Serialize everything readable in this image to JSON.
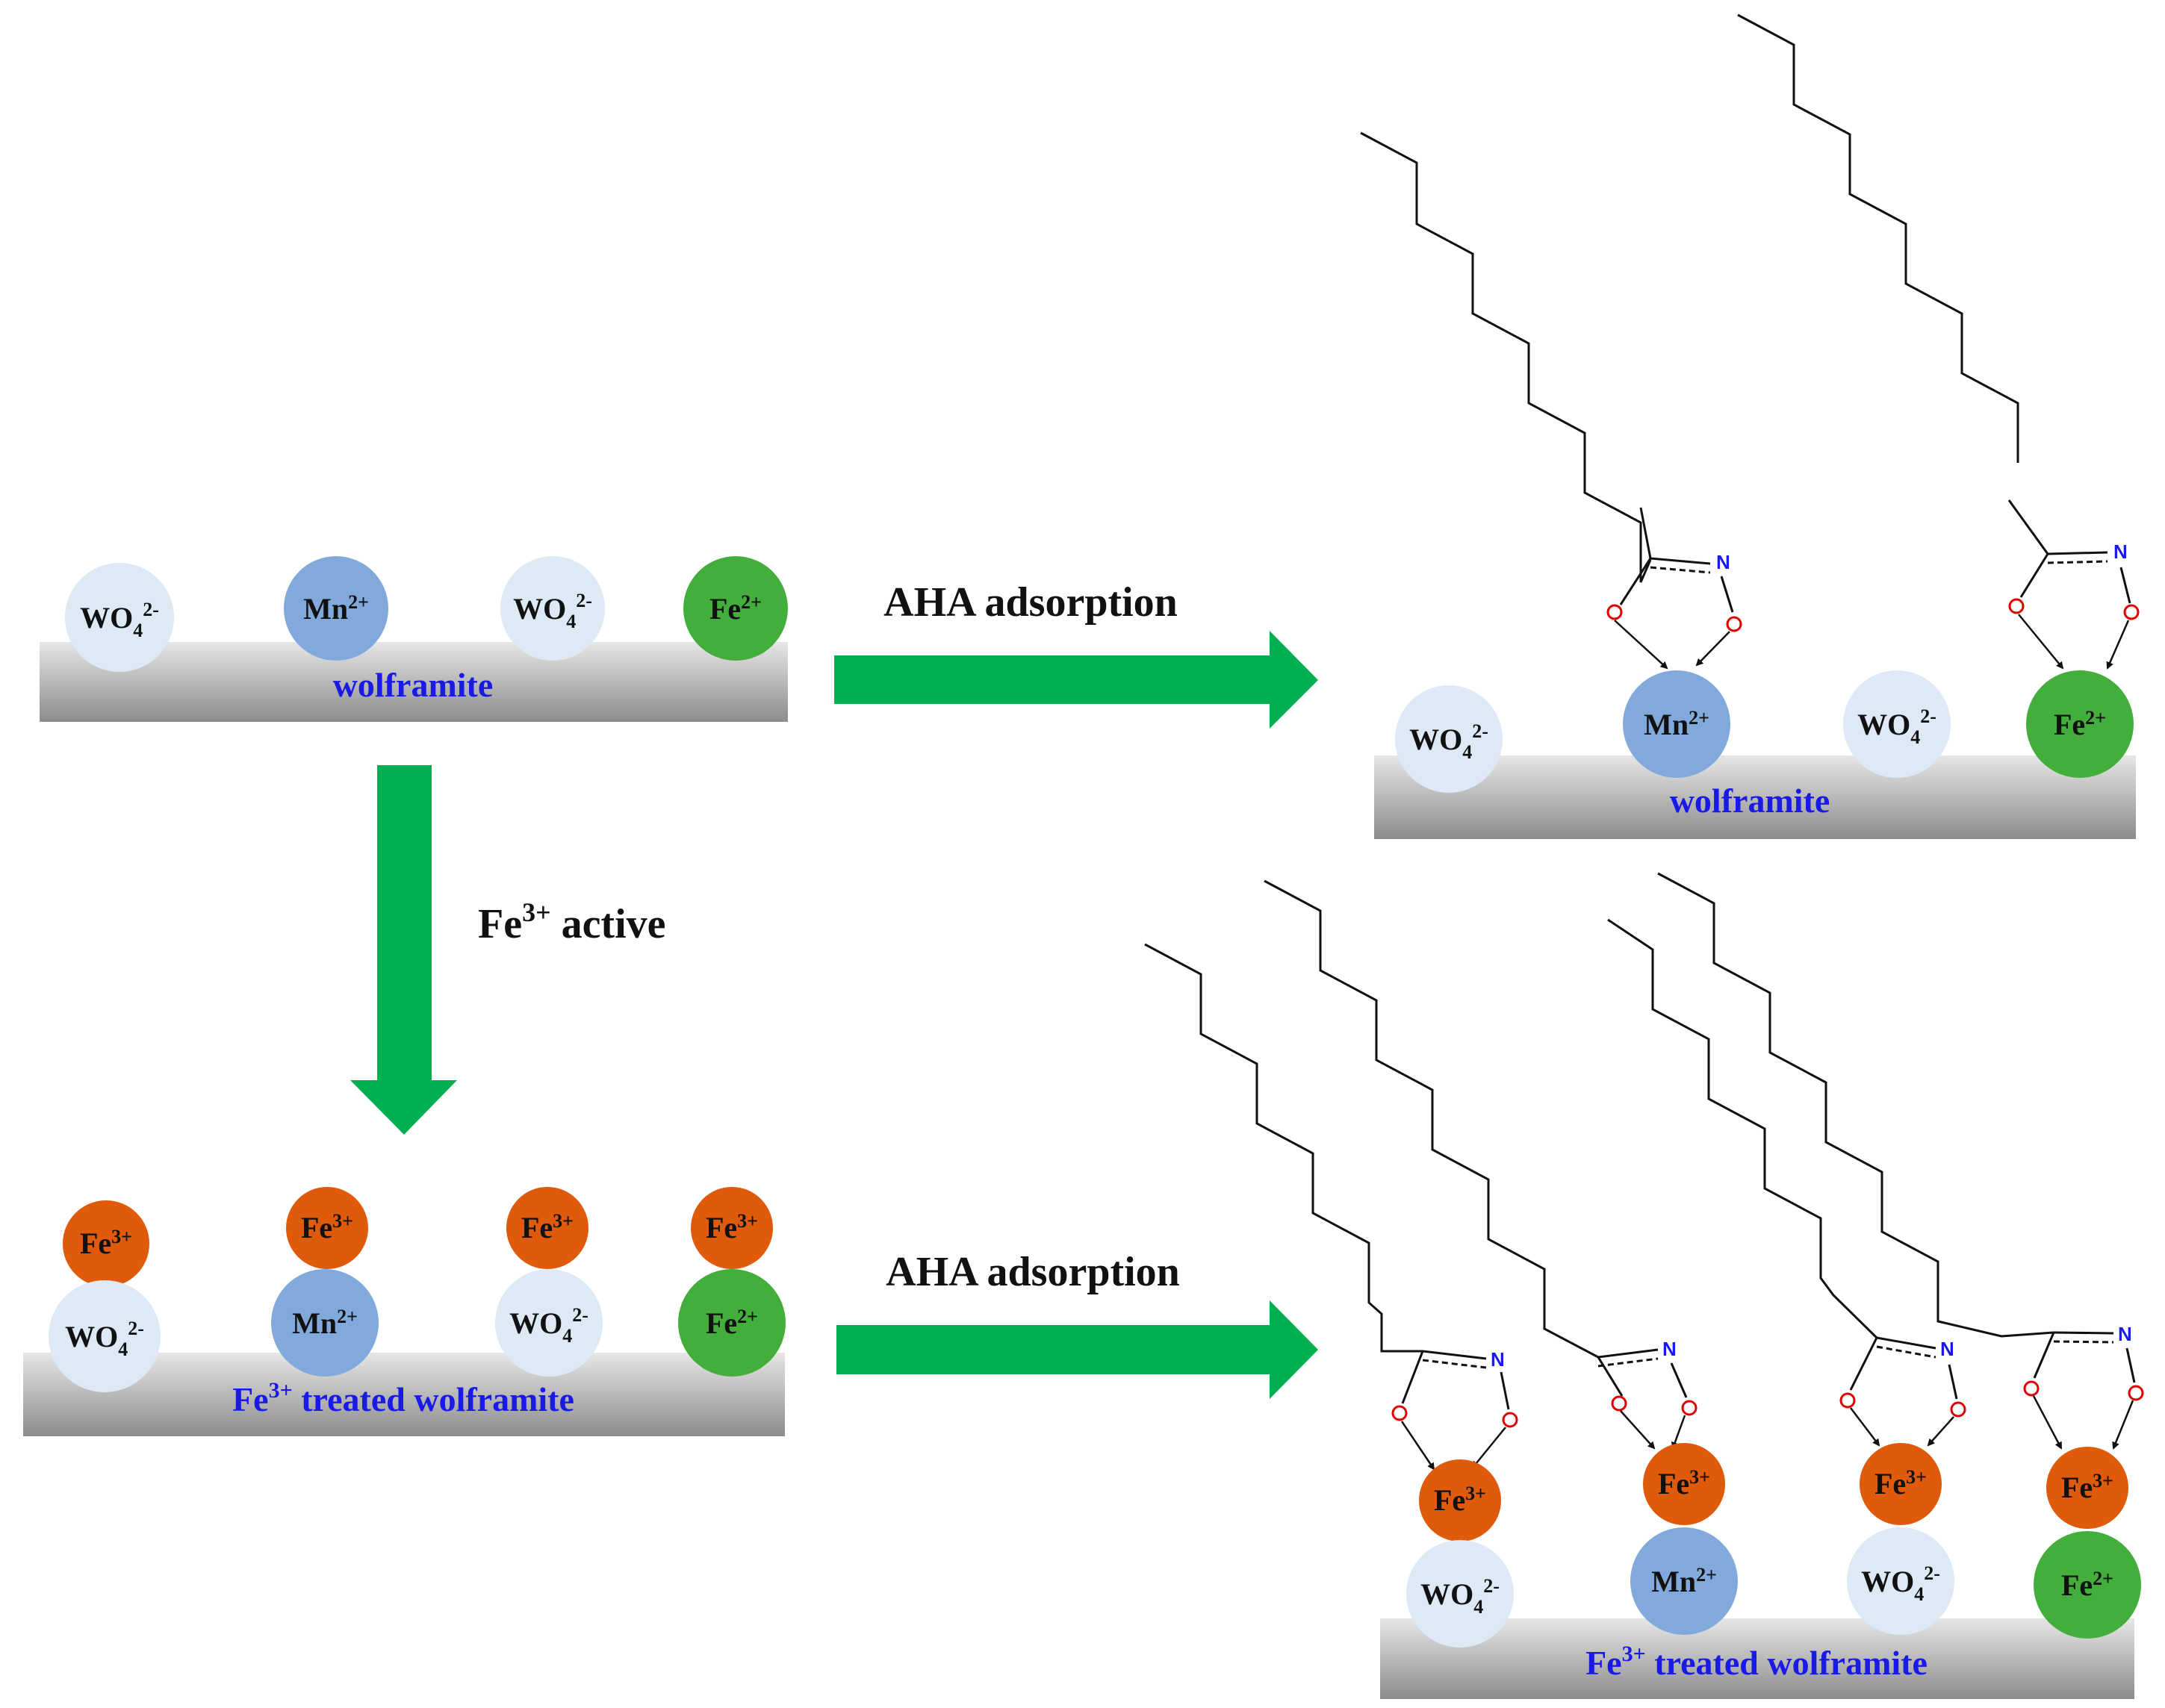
{
  "colors": {
    "wo4": "#dde9f5",
    "mn": "#82a9dc",
    "fe2": "#43ae3c",
    "fe3": "#e05a0b",
    "arrow": "#00b050",
    "surface_top": "#e6e6e6",
    "surface_bottom": "#8c8c8c",
    "label": "#1a1ae6",
    "oxygen": "#e00000",
    "nitrogen": "#1a1ae6"
  },
  "ions": {
    "wo4": {
      "base": "WO",
      "sub": "4",
      "sup": "2-"
    },
    "mn": {
      "base": "Mn",
      "sup": "2+"
    },
    "fe2": {
      "base": "Fe",
      "sup": "2+"
    },
    "fe3": {
      "base": "Fe",
      "sup": "3+"
    }
  },
  "atoms": {
    "o": "O",
    "n": "N"
  },
  "surfaces": {
    "top_left": {
      "label": "wolframite"
    },
    "top_right": {
      "label": "wolframite"
    },
    "bottom_left": {
      "label_prefix": "Fe",
      "label_sup": "3+",
      "label_rest": " treated wolframite"
    },
    "bottom_right": {
      "label_prefix": "Fe",
      "label_sup": "3+",
      "label_rest": " treated wolframite"
    }
  },
  "arrows": {
    "top": {
      "label": "AHA adsorption"
    },
    "bottom": {
      "label": "AHA adsorption"
    },
    "down": {
      "label_prefix": "Fe",
      "label_sup": "3+",
      "label_rest": " active"
    }
  }
}
